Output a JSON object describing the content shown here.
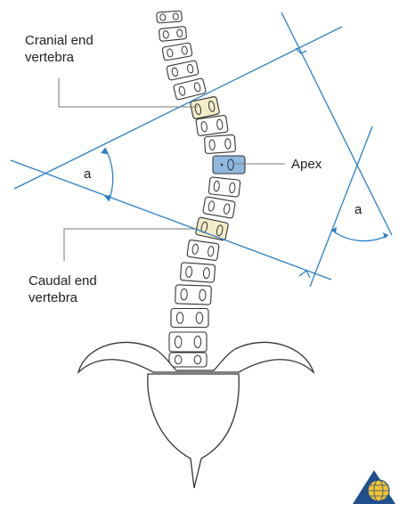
{
  "labels": {
    "cranial_line1": "Cranial end",
    "cranial_line2": "vertebra",
    "caudal_line1": "Caudal end",
    "caudal_line2": "vertebra",
    "apex": "Apex",
    "angle_left": "a",
    "angle_right": "a"
  },
  "colors": {
    "blue_line": "#2a7fc7",
    "outline": "#333333",
    "end_vertebra_fill": "#f3ecc9",
    "apex_fill": "#8fb8de",
    "leader_line": "#777777",
    "logo_blue": "#1f4f8c",
    "logo_gold": "#f2c230"
  },
  "icons": {
    "logo": "globe-logo-icon"
  }
}
